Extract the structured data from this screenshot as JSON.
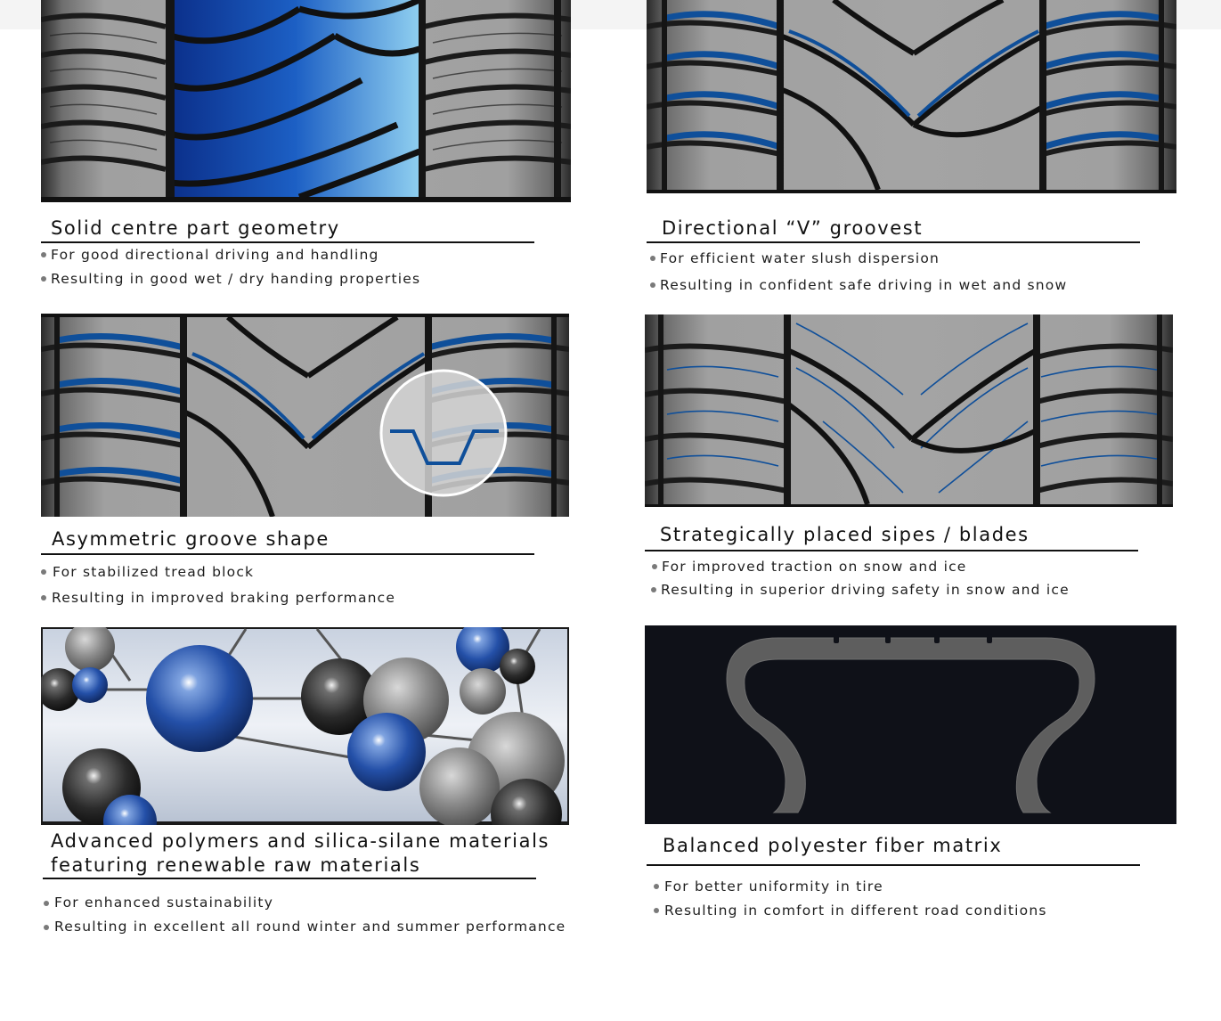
{
  "features": [
    {
      "id": "solid-centre",
      "title": "Solid centre part geometry",
      "bullets": [
        "For good directional driving and handling",
        "Resulting in good wet / dry handing properties"
      ],
      "image": "tread-blue-centre-image"
    },
    {
      "id": "directional-v",
      "title": "Directional “V” groovest",
      "bullets": [
        "For efficient water slush dispersion",
        "Resulting in confident safe driving in wet and snow"
      ],
      "image": "tread-v-groove-image"
    },
    {
      "id": "asymmetric-groove",
      "title": "Asymmetric groove shape",
      "bullets": [
        "For stabilized tread block",
        "Resulting in improved braking performance"
      ],
      "image": "tread-groove-profile-image"
    },
    {
      "id": "sipes-blades",
      "title": "Strategically placed sipes / blades",
      "bullets": [
        "For improved traction on snow and ice",
        "Resulting in superior driving safety in snow and ice"
      ],
      "image": "tread-sipes-image"
    },
    {
      "id": "polymers",
      "title_lines": [
        "Advanced polymers and silica-silane materials",
        "featuring renewable raw materials"
      ],
      "bullets": [
        "For enhanced sustainability",
        "Resulting in excellent all round winter and summer performance"
      ],
      "image": "molecule-image"
    },
    {
      "id": "polyester-matrix",
      "title": "Balanced polyester fiber matrix",
      "bullets": [
        "For better uniformity in tire",
        "Resulting in comfort in different road conditions"
      ],
      "image": "tire-cross-section-image"
    }
  ],
  "colors": {
    "accent_blue": "#0f4f9a",
    "tread_grey": "#9a9a9a",
    "groove_black": "#1b1b1b",
    "dark_panel": "#0f1118"
  }
}
